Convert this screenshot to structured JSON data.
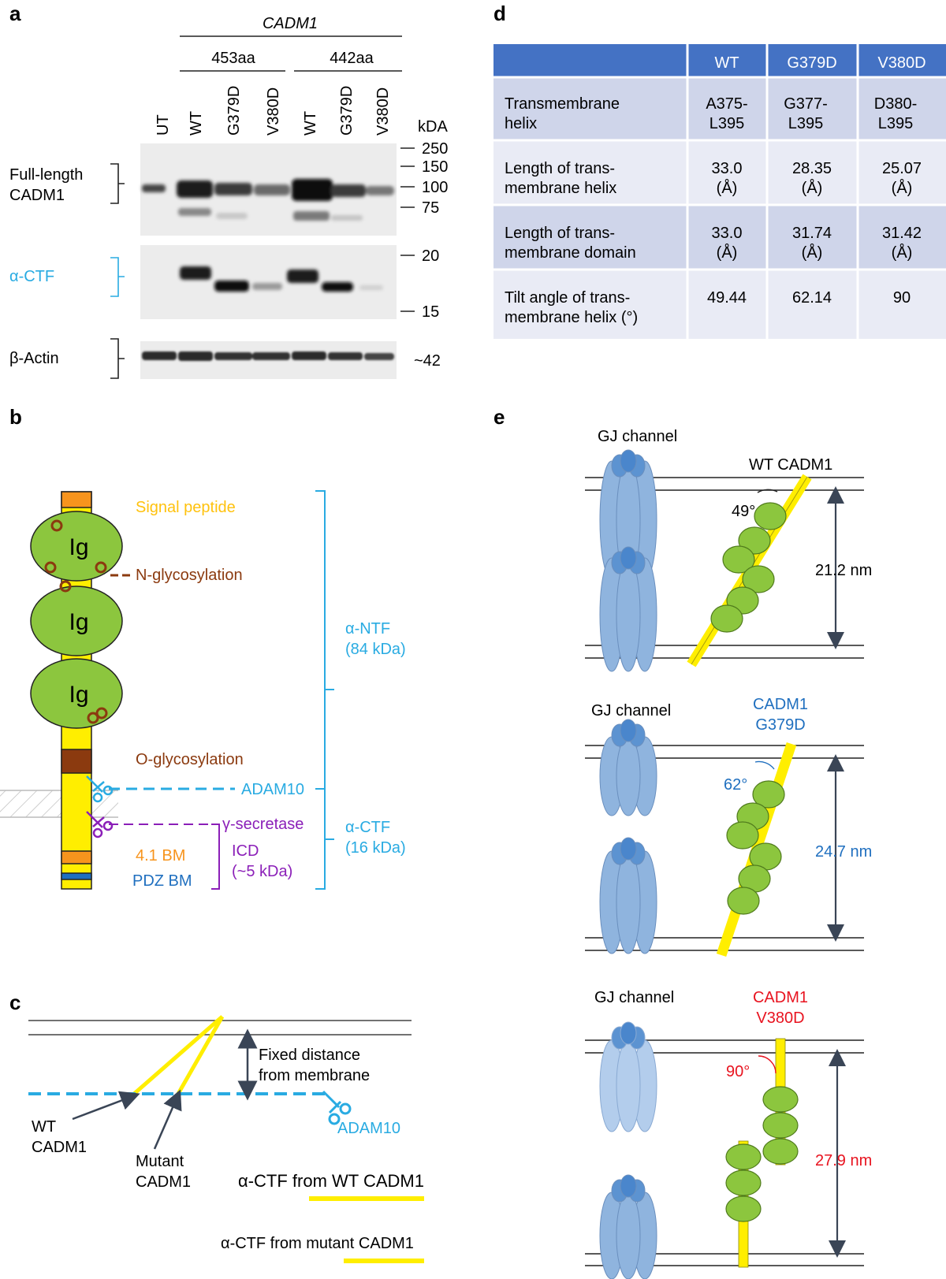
{
  "colors": {
    "yellow": "#ffee00",
    "ig_green": "#8cc63e",
    "orange": "#f7941d",
    "brown": "#8b3a0f",
    "blue": "#29abe2",
    "purple": "#8b1fb8",
    "table_header": "#4472c4",
    "table_row_a": "#cfd5ea",
    "table_row_b": "#e9ebf5",
    "gj_blue": "#8fb4de",
    "dark_blue": "#1f6fbf",
    "red": "#e8131f"
  },
  "panel_a": {
    "letter": "a",
    "gene": "CADM1",
    "isoform_453": "453aa",
    "isoform_442": "442aa",
    "lanes": [
      "UT",
      "WT",
      "G379D",
      "V380D",
      "WT",
      "G379D",
      "V380D"
    ],
    "kda_header": "kDA",
    "markers_top": [
      "250",
      "150",
      "100",
      "75"
    ],
    "markers_mid": [
      "20",
      "15"
    ],
    "marker_actin": "~42",
    "label_full_length": [
      "Full-length",
      "CADM1"
    ],
    "label_ctf": "α-CTF",
    "label_actin": "β-Actin"
  },
  "panel_b": {
    "letter": "b",
    "ig_labels": [
      "Ig",
      "Ig",
      "Ig"
    ],
    "signal_peptide": "Signal peptide",
    "n_glyco": "N-glycosylation",
    "o_glyco": "O-glycosylation",
    "adam10": "ADAM10",
    "gamma_secretase": "γ-secretase",
    "bm_41": "4.1 BM",
    "pdz_bm": "PDZ BM",
    "icd": [
      "ICD",
      "(~5 kDa)"
    ],
    "ntf": [
      "α-NTF",
      "(84 kDa)"
    ],
    "ctf": [
      "α-CTF",
      "(16 kDa)"
    ]
  },
  "panel_c": {
    "letter": "c",
    "fixed_distance": [
      "Fixed distance",
      "from membrane"
    ],
    "wt_label": [
      "WT",
      "CADM1"
    ],
    "mutant_label": [
      "Mutant",
      "CADM1"
    ],
    "adam10": "ADAM10",
    "legend_wt": "α-CTF from WT CADM1",
    "legend_mut": "α-CTF from mutant CADM1"
  },
  "panel_d": {
    "letter": "d",
    "header": [
      "",
      "WT",
      "G379D",
      "V380D"
    ],
    "rows": [
      {
        "label": [
          "Transmembrane",
          "helix"
        ],
        "wt": [
          "A375-",
          "L395"
        ],
        "g379d": [
          "G377-",
          "L395"
        ],
        "v380d": [
          "D380-",
          "L395"
        ]
      },
      {
        "label": [
          "Length of trans-",
          "membrane helix"
        ],
        "wt": [
          "33.0",
          "(Å)"
        ],
        "g379d": [
          "28.35",
          "(Å)"
        ],
        "v380d": [
          "25.07",
          "(Å)"
        ]
      },
      {
        "label": [
          "Length of trans-",
          "membrane domain"
        ],
        "wt": [
          "33.0",
          "(Å)"
        ],
        "g379d": [
          "31.74",
          "(Å)"
        ],
        "v380d": [
          "31.42",
          "(Å)"
        ]
      },
      {
        "label": [
          "Tilt angle of trans-",
          "membrane helix (°)"
        ],
        "wt": [
          "49.44"
        ],
        "g379d": [
          "62.14"
        ],
        "v380d": [
          "90"
        ]
      }
    ]
  },
  "panel_e": {
    "letter": "e",
    "gj_channel": "GJ channel",
    "wt_title": "WT CADM1",
    "wt_angle": "49°",
    "wt_distance": "21.2 nm",
    "g379d_title": [
      "CADM1",
      "G379D"
    ],
    "g379d_angle": "62°",
    "g379d_distance": "24.7 nm",
    "v380d_title": [
      "CADM1",
      "V380D"
    ],
    "v380d_angle": "90°",
    "v380d_distance": "27.9 nm"
  }
}
